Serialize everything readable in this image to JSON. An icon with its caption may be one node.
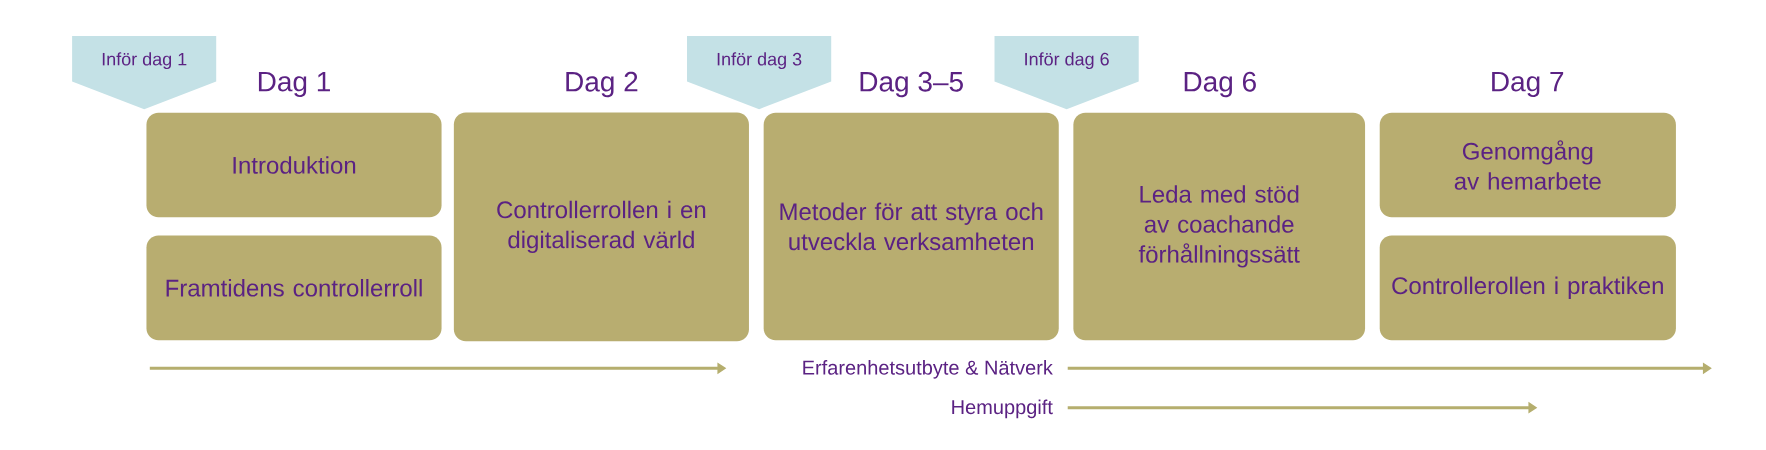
{
  "diagram": {
    "nodes": [
      {
        "text": [
          "Inför dag 1"
        ]
      },
      {
        "text": [
          "Introduktion"
        ]
      },
      {
        "text": [
          "Framtidens controllerroll"
        ]
      },
      {
        "text": [
          "Controllerrollen i en digitaliserad värld"
        ]
      },
      {
        "text": [
          "Inför dag 3"
        ]
      },
      {
        "text": [
          "Metoder för att styra och utveckla verksamheten"
        ]
      },
      {
        "text": [
          "Inför dag 6"
        ]
      },
      {
        "text": [
          "Leda med stöd av coachande förhållningssätt"
        ]
      },
      {
        "text": [
          "Genomgång av hemarbete"
        ]
      },
      {
        "text": [
          "Controllerollen i praktiken"
        ]
      }
    ],
    "labels": [
      "Dag 1",
      "Dag 2",
      "Dag 3–5",
      "Dag 6",
      "Dag 7",
      "Erfarenhetsutbyte & Nätverk",
      "Hemuppgift"
    ]
  }
}
